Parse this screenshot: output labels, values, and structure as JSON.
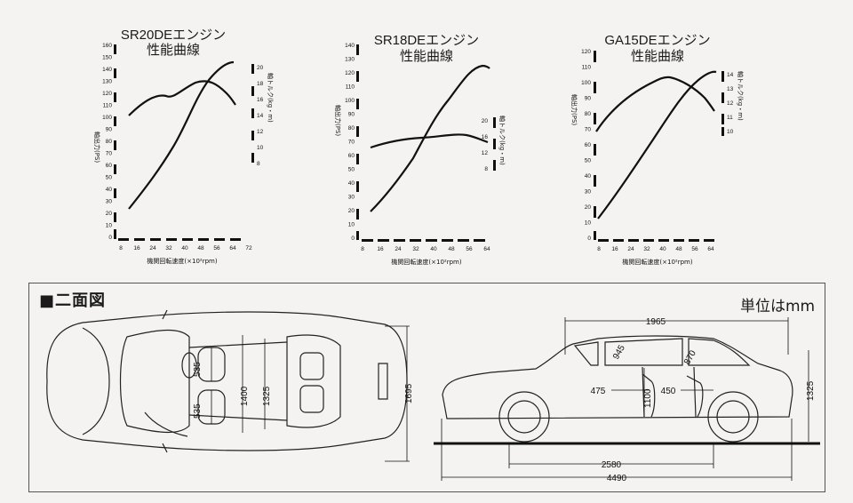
{
  "charts": [
    {
      "title_line1": "SR20DEエンジン",
      "title_line2": "性能曲線",
      "y_left_ticks": [
        "160",
        "150",
        "140",
        "130",
        "120",
        "110",
        "100",
        "90",
        "80",
        "70",
        "60",
        "50",
        "40",
        "30",
        "20",
        "10",
        "0"
      ],
      "y_right_ticks": [
        "20",
        "18",
        "16",
        "14",
        "12",
        "10",
        "8"
      ],
      "x_ticks": [
        "8",
        "16",
        "24",
        "32",
        "40",
        "48",
        "56",
        "64",
        "72"
      ],
      "y_left_label": "軸出力(PS)",
      "y_right_label": "軸トルク(kg・m)",
      "x_label": "機関回転速度(×10²rpm)"
    },
    {
      "title_line1": "SR18DEエンジン",
      "title_line2": "性能曲線",
      "y_left_ticks": [
        "140",
        "130",
        "120",
        "110",
        "100",
        "90",
        "80",
        "70",
        "60",
        "50",
        "40",
        "30",
        "20",
        "10",
        "0"
      ],
      "y_right_ticks": [
        "20",
        "16",
        "12",
        "8"
      ],
      "x_ticks": [
        "8",
        "16",
        "24",
        "32",
        "40",
        "48",
        "56",
        "64"
      ],
      "y_left_label": "軸出力(PS)",
      "y_right_label": "軸トルク(kg・m)",
      "x_label": "機関回転速度(×10²rpm)"
    },
    {
      "title_line1": "GA15DEエンジン",
      "title_line2": "性能曲線",
      "y_left_ticks": [
        "120",
        "110",
        "100",
        "90",
        "80",
        "70",
        "60",
        "50",
        "40",
        "30",
        "20",
        "10",
        "0"
      ],
      "y_right_ticks": [
        "14",
        "13",
        "12",
        "11",
        "10"
      ],
      "x_ticks": [
        "8",
        "16",
        "24",
        "32",
        "40",
        "48",
        "56",
        "64"
      ],
      "y_left_label": "軸出力(PS)",
      "y_right_label": "軸トルク(kg・m)",
      "x_label": "機関回転速度(×10²rpm)"
    }
  ],
  "two_view": {
    "title": "■二面図",
    "unit": "単位はmm",
    "dims": {
      "top_535_upper": "535",
      "top_535_lower": "535",
      "top_1400": "1400",
      "top_1325": "1325",
      "top_1695": "1695",
      "side_1965": "1965",
      "side_945": "945",
      "side_870": "870",
      "side_475": "475",
      "side_1100": "1100",
      "side_450": "450",
      "side_1325": "1325",
      "side_2580": "2580",
      "side_4490": "4490"
    }
  }
}
